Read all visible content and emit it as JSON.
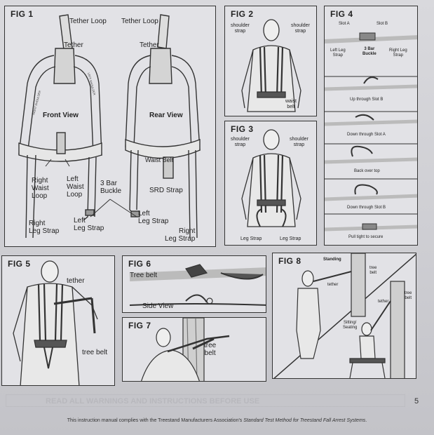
{
  "fig1": {
    "title": "FIG 1",
    "tether_loop_front": "Tether Loop",
    "tether_loop_rear": "Tether Loop",
    "tether_front": "Tether",
    "tether_rear": "Tether",
    "front_view": "Front View",
    "rear_view": "Rear View",
    "right_waist_loop": "Right\nWaist\nLoop",
    "left_waist_loop": "Left\nWaist\nLoop",
    "three_bar_buckle": "3 Bar\nBuckle",
    "srd_strap": "SRD Strap",
    "right_leg_strap_front": "Right\nLeg Strap",
    "left_leg_strap_front": "Left\nLeg Strap",
    "left_leg_strap_rear": "Left\nLeg Strap",
    "right_leg_strap_rear": "Right\nLeg Strap",
    "waist_belt": "Waist Belt",
    "strap_text_front_left": "RIGHT SHOULDER",
    "strap_text_front_right": "LEFT SHOULDER"
  },
  "fig2": {
    "title": "FIG 2",
    "shoulder_strap_left": "shoulder\nstrap",
    "shoulder_strap_right": "shoulder\nstrap",
    "waist_belt": "waist\nbelt"
  },
  "fig3": {
    "title": "FIG 3",
    "shoulder_strap_left": "shoulder\nstrap",
    "shoulder_strap_right": "shoulder\nstrap",
    "leg_strap_left": "Leg Strap",
    "leg_strap_right": "Leg Strap"
  },
  "fig4": {
    "title": "FIG 4",
    "slot_a": "Slot A",
    "slot_b": "Slot B",
    "left_leg_strap": "Left Leg\nStrap",
    "three_bar_buckle": "3 Bar\nBuckle",
    "right_leg_strap": "Right Leg\nStrap",
    "step1": "Up through Slot B",
    "step2": "Down through Slot A",
    "step3": "Back over top",
    "step4": "Down through Slot B",
    "step5": "Pull tight to secure"
  },
  "fig5": {
    "title": "FIG 5",
    "tether": "tether",
    "tree_belt": "tree belt"
  },
  "fig6": {
    "title": "FIG 6",
    "tree_belt": "Tree belt",
    "side_view": "Side View"
  },
  "fig7": {
    "title": "FIG 7",
    "tree_belt": "tree\nbelt"
  },
  "fig8": {
    "title": "FIG 8",
    "standing": "Standing",
    "tree_belt_top": "tree\nbelt",
    "tether_top": "tether",
    "tree_belt_bottom": "tree\nbelt",
    "tether_bottom": "tether",
    "sitting": "Sitting/\nSeating"
  },
  "footer": {
    "faded_heading": "READ ALL WARNINGS AND INSTRUCTIONS BEFORE USE",
    "page_number": "5",
    "compliance_prefix": "This instruction manual complies with the Treestand Manufacturers Association's ",
    "compliance_title": "Standard Test Method for Treestand Fall Arrest Systems",
    "compliance_suffix": "."
  }
}
